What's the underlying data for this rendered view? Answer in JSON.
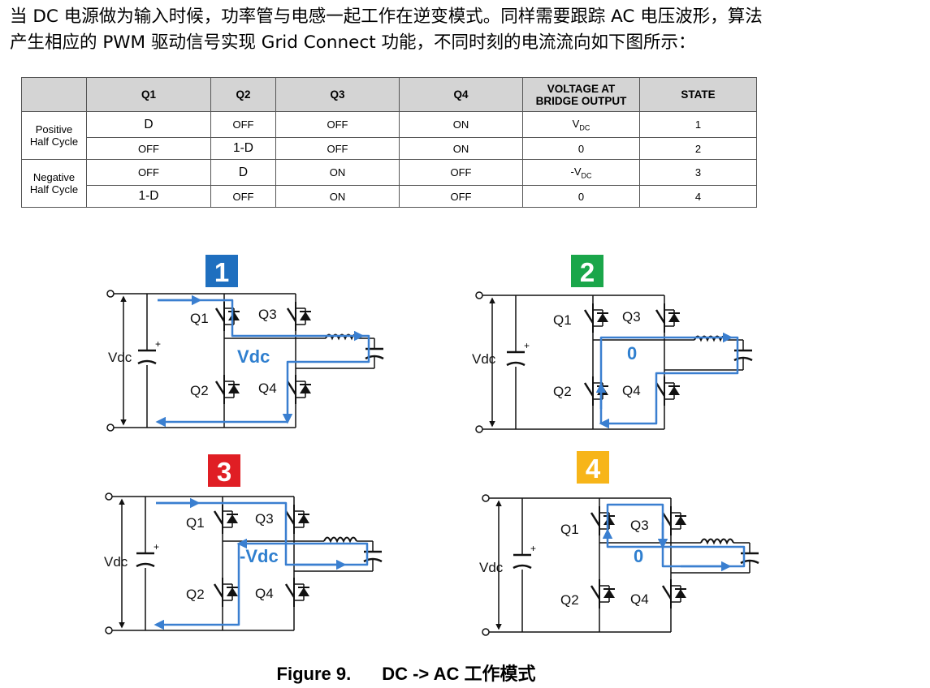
{
  "paragraph": {
    "line1": "当 DC 电源做为输入时候，功率管与电感一起工作在逆变模式。同样需要跟踪 AC 电压波形，算法",
    "line2": "产生相应的 PWM 驱动信号实现 Grid Connect 功能，不同时刻的电流流向如下图所示："
  },
  "table": {
    "headers": [
      "",
      "Q1",
      "Q2",
      "Q3",
      "Q4",
      "VOLTAGE AT BRIDGE OUTPUT",
      "STATE"
    ],
    "groups": [
      "Positive Half Cycle",
      "Negative Half Cycle"
    ],
    "rows": [
      {
        "q1": "D",
        "q2": "OFF",
        "q3": "OFF",
        "q4": "ON",
        "v_main": "V",
        "v_sub": "DC",
        "state": "1"
      },
      {
        "q1": "OFF",
        "q2": "1-D",
        "q3": "OFF",
        "q4": "ON",
        "v_main": "0",
        "v_sub": "",
        "state": "2"
      },
      {
        "q1": "OFF",
        "q2": "D",
        "q3": "ON",
        "q4": "OFF",
        "v_main": "-V",
        "v_sub": "DC",
        "state": "3"
      },
      {
        "q1": "1-D",
        "q2": "OFF",
        "q3": "ON",
        "q4": "OFF",
        "v_main": "0",
        "v_sub": "",
        "state": "4"
      }
    ]
  },
  "diagrams": [
    {
      "badge": "1",
      "badge_color": "#1f6fbf",
      "vdc": "Vdc",
      "q1": "Q1",
      "q2": "Q2",
      "q3": "Q3",
      "q4": "Q4",
      "output": "Vdc"
    },
    {
      "badge": "2",
      "badge_color": "#1aa64a",
      "vdc": "Vdc",
      "q1": "Q1",
      "q2": "Q2",
      "q3": "Q3",
      "q4": "Q4",
      "output": "0"
    },
    {
      "badge": "3",
      "badge_color": "#e01e24",
      "vdc": "Vdc",
      "q1": "Q1",
      "q2": "Q2",
      "q3": "Q3",
      "q4": "Q4",
      "output": "-Vdc"
    },
    {
      "badge": "4",
      "badge_color": "#f7b519",
      "vdc": "Vdc",
      "q1": "Q1",
      "q2": "Q2",
      "q3": "Q3",
      "q4": "Q4",
      "output": "0"
    }
  ],
  "colors": {
    "current_path": "#3a7fd0",
    "wire": "#111111"
  },
  "caption": {
    "number": "Figure 9.",
    "text": "DC -> AC 工作模式"
  }
}
